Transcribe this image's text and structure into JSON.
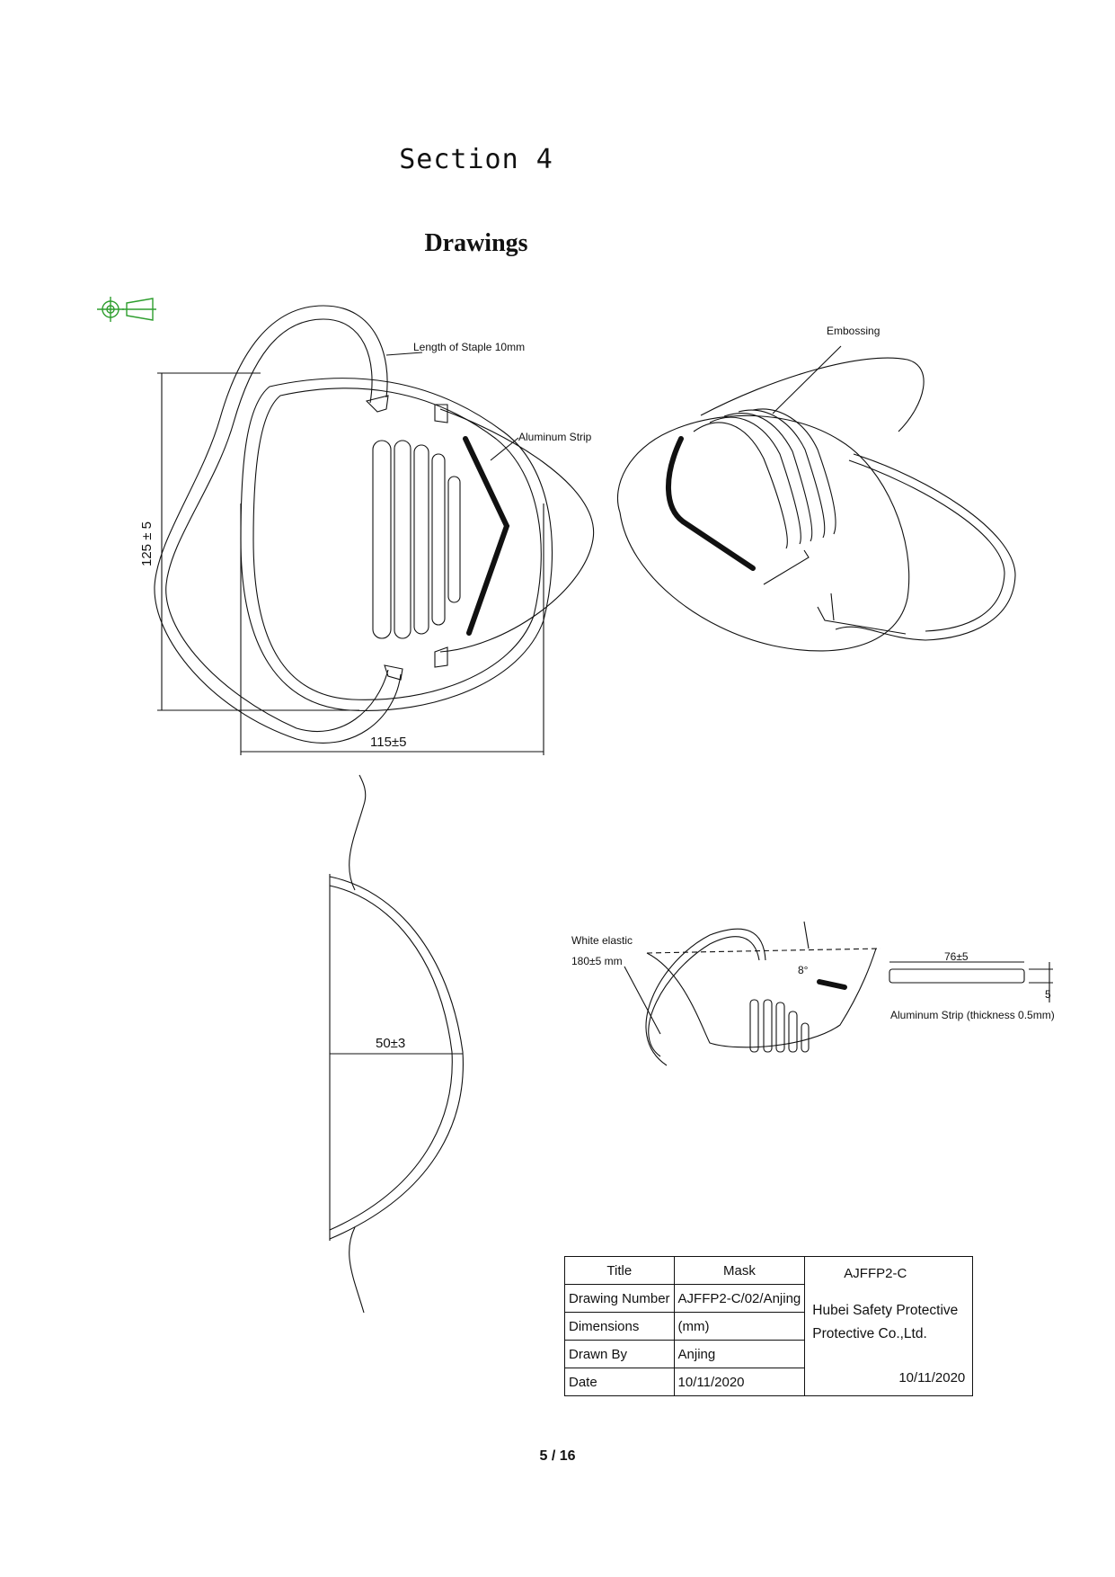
{
  "section_title": "Section 4",
  "drawings_title": "Drawings",
  "labels": {
    "staple": "Length of Staple 10mm",
    "aluminum_strip": "Aluminum Strip",
    "embossing": "Embossing",
    "height_dim": "125 ± 5",
    "width_dim": "115±5",
    "depth_dim": "50±3",
    "elastic_line1": "White elastic",
    "elastic_line2": "180±5 mm",
    "angle": "8°",
    "strip_length": "76±5",
    "strip_thickness": "5",
    "strip_caption": "Aluminum Strip (thickness 0.5mm)"
  },
  "title_block": {
    "title_label": "Title",
    "title_value": "Mask",
    "drawing_number_label": "Drawing Number",
    "drawing_number_value": "AJFFP2-C/02/Anjing",
    "dimensions_label": "Dimensions",
    "dimensions_value": "(mm)",
    "drawn_by_label": "Drawn By",
    "drawn_by_value": "Anjing",
    "date_label": "Date",
    "date_value": "10/11/2020",
    "product_code": "AJFFP2-C",
    "company_line1": "Hubei Safety Protective",
    "company_line2": "Protective Co.,Ltd.",
    "side_date": "10/11/2020"
  },
  "page_number": "5 / 16",
  "colors": {
    "projection_symbol": "#2e9e2e",
    "ink": "#111111"
  }
}
